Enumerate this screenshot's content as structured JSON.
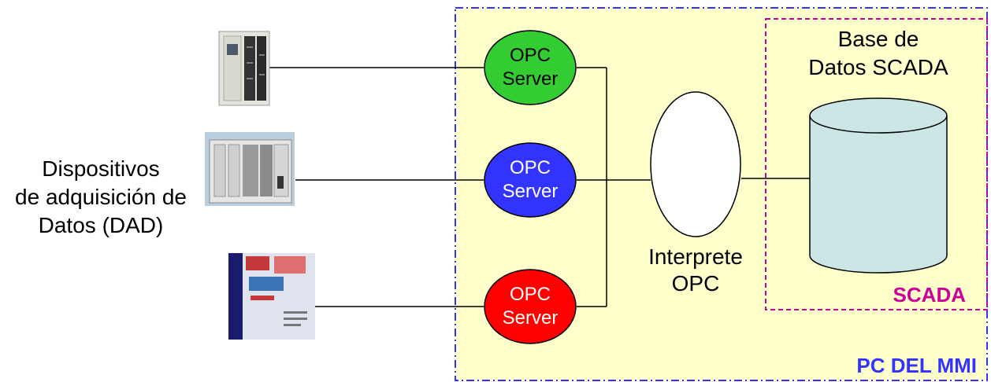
{
  "colors": {
    "pc_region_fill": "#ffffcc",
    "pc_region_border": "#3333ff",
    "scada_border": "#cc0099",
    "opc_green": "#33cc33",
    "opc_blue": "#3333ff",
    "opc_red": "#ff0000",
    "database_fill": "#cce6e6",
    "pc_label": "#3333ff",
    "scada_label": "#cc0099"
  },
  "dad_label": {
    "line1": "Dispositivos",
    "line2": "de adquisición de",
    "line3": "Datos (DAD)"
  },
  "devices": [
    {
      "icon": "plc-modular-icon"
    },
    {
      "icon": "plc-rack-icon"
    },
    {
      "icon": "telesafe-rtu-icon"
    }
  ],
  "opc_servers": [
    {
      "line1": "OPC",
      "line2": "Server",
      "color": "green"
    },
    {
      "line1": "OPC",
      "line2": "Server",
      "color": "blue"
    },
    {
      "line1": "OPC",
      "line2": "Server",
      "color": "red"
    }
  ],
  "interpreter": {
    "line1": "Interprete",
    "line2": "OPC"
  },
  "database": {
    "line1": "Base de",
    "line2": "Datos SCADA"
  },
  "scada_label": "SCADA",
  "pc_label": "PC DEL MMI"
}
